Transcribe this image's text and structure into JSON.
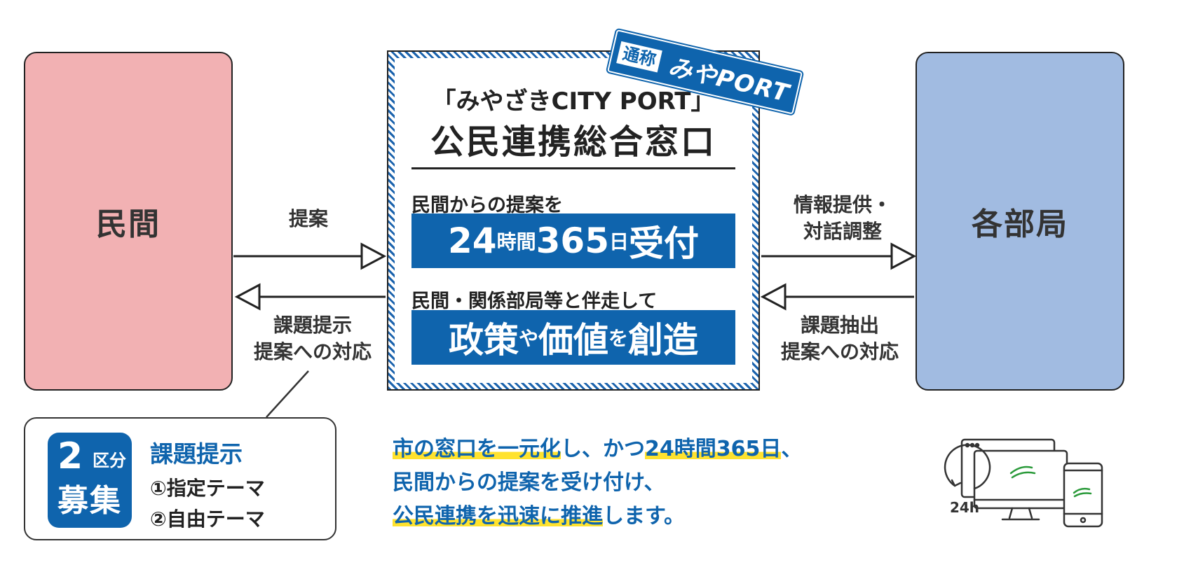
{
  "left_box": {
    "label": "民間",
    "color": "#f2b1b3"
  },
  "right_box": {
    "label": "各部局",
    "color": "#a1bbe1"
  },
  "center": {
    "nickname_tag": "通称",
    "nickname": "みやPORT",
    "title_line1": "「みやざきCITY PORT」",
    "title_line2": "公民連携総合窓口",
    "lead1": "民間からの提案を",
    "band1": {
      "a": "24",
      "b": "時間",
      "c": "365",
      "d": "日",
      "e": "受付"
    },
    "lead2": "民間・関係部局等と伴走して",
    "band2": {
      "a": "政策",
      "b": "や",
      "c": "価値",
      "d": "を",
      "e": "創造"
    },
    "accent_color": "#0f64ad"
  },
  "arrow_labels": {
    "left_top": "提案",
    "left_bottom_1": "課題提示",
    "left_bottom_2": "提案への対応",
    "right_top_1": "情報提供・",
    "right_top_2": "対話調整",
    "right_bottom_1": "課題抽出",
    "right_bottom_2": "提案への対応"
  },
  "callout": {
    "badge_num": "2",
    "badge_small": "区分",
    "badge_big": "募集",
    "heading": "課題提示",
    "items": [
      "①指定テーマ",
      "②自由テーマ"
    ]
  },
  "description": {
    "line1_hl1": "市の窓口を一元化",
    "line1_mid": "し、かつ",
    "line1_hl2": "24時間365日",
    "line1_end": "、",
    "line2": "民間からの提案を受け付け、",
    "line3_hl": "公民連携を迅速に推進",
    "line3_end": "します。",
    "highlight_color": "#ffe22e"
  },
  "devices_icon": {
    "name": "devices-24h-icon",
    "label": "24h"
  }
}
